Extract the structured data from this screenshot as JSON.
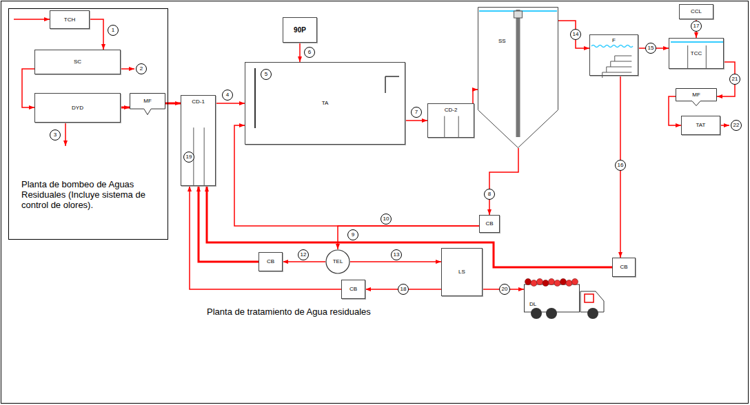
{
  "diagram": {
    "nodes": [
      {
        "text": [
          "Planta de bombeo de Aguas Residuales (Incluye sistema de control de olores)."
        ]
      },
      {
        "text": [
          "TCH"
        ],
        "in": 0
      },
      {
        "text": [
          "SC"
        ],
        "in": 0
      },
      {
        "text": [
          "DYD"
        ],
        "in": 0
      },
      {
        "text": [
          "MF"
        ],
        "in": 0
      },
      {
        "text": [
          "CD-1"
        ]
      },
      {
        "text": [
          "TA"
        ]
      },
      {
        "text": [
          "90P"
        ]
      },
      {
        "text": [
          "CD-2"
        ]
      },
      {
        "text": [
          "SS"
        ]
      },
      {
        "text": [
          "F"
        ]
      },
      {
        "text": [
          "CCL"
        ]
      },
      {
        "text": [
          "TCC"
        ]
      },
      {
        "text": [
          "MF"
        ]
      },
      {
        "text": [
          "TAT"
        ]
      },
      {
        "text": [
          "CB"
        ]
      },
      {
        "text": [
          "CB"
        ]
      },
      {
        "text": [
          "TEL"
        ]
      },
      {
        "text": [
          "CB"
        ]
      },
      {
        "text": [
          "LS"
        ]
      },
      {
        "text": [
          "CB"
        ]
      },
      {
        "text": [
          "DL"
        ]
      }
    ],
    "edges": [
      {
        "from": 1,
        "to": 2,
        "arrow": "to"
      },
      {
        "from": 2,
        "to": 3,
        "arrow": "to"
      },
      {
        "from": 3,
        "to": 4,
        "arrow": "to"
      },
      {
        "from": 4,
        "to": 5,
        "arrow": "to"
      },
      {
        "from": 5,
        "to": 6,
        "arrow": "to"
      },
      {
        "from": 7,
        "to": 6,
        "arrow": "to"
      },
      {
        "from": 6,
        "to": 8,
        "arrow": "to"
      },
      {
        "from": 8,
        "to": 9,
        "arrow": "to"
      },
      {
        "from": 9,
        "to": 10,
        "arrow": "to"
      },
      {
        "from": 10,
        "to": 12,
        "arrow": "to"
      },
      {
        "from": 11,
        "to": 12,
        "arrow": "to"
      },
      {
        "from": 12,
        "to": 13,
        "arrow": "to"
      },
      {
        "from": 13,
        "to": 14,
        "arrow": "to"
      },
      {
        "from": 9,
        "to": 15,
        "arrow": "to"
      },
      {
        "from": 10,
        "to": 16,
        "arrow": "to"
      },
      {
        "from": 15,
        "to": 6,
        "arrow": "to"
      },
      {
        "from": 15,
        "to": 17,
        "arrow": "to"
      },
      {
        "from": 16,
        "to": 5,
        "arrow": "to"
      },
      {
        "from": 17,
        "to": 18,
        "arrow": "to"
      },
      {
        "from": 18,
        "to": 5,
        "arrow": "to"
      },
      {
        "from": 17,
        "to": 19,
        "arrow": "to"
      },
      {
        "from": 19,
        "to": 20,
        "arrow": "to"
      },
      {
        "from": 20,
        "to": 5,
        "arrow": "to"
      },
      {
        "from": 19,
        "to": 21,
        "arrow": "to"
      }
    ],
    "labels": [
      "1",
      "2",
      "3",
      "19",
      "4",
      "5",
      "6",
      "7",
      "8",
      "14",
      "15",
      "17",
      "21",
      "22",
      "16",
      "10",
      "9",
      "12",
      "13",
      "18",
      "20",
      "Planta de tratamiento de Agua residuales"
    ]
  }
}
